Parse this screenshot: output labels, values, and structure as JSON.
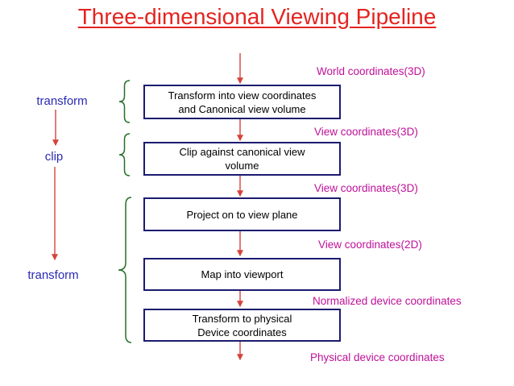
{
  "title": "Three-dimensional Viewing Pipeline",
  "colors": {
    "title_red": "#e42420",
    "arrow_red": "#d4433c",
    "side_label_blue": "#2a2ab5",
    "coord_magenta": "#bf1098",
    "brace_green": "#256f25",
    "box_border_navy": "#1b1b70",
    "box_text": "#000000"
  },
  "left_labels": [
    {
      "label": "transform"
    },
    {
      "label": "clip"
    },
    {
      "label": "transform"
    }
  ],
  "boxes": [
    {
      "line1": "Transform into view coordinates",
      "line2": "and Canonical view volume"
    },
    {
      "line1": "Clip against canonical view",
      "line2": "volume"
    },
    {
      "line1": "Project on to view plane"
    },
    {
      "line1": "Map into viewport"
    },
    {
      "line1": "Transform to physical",
      "line2": "Device coordinates"
    }
  ],
  "coordinate_labels": [
    "World coordinates(3D)",
    "View coordinates(3D)",
    "View coordinates(3D)",
    "View coordinates(2D)",
    "Normalized device coordinates",
    "Physical device coordinates"
  ]
}
